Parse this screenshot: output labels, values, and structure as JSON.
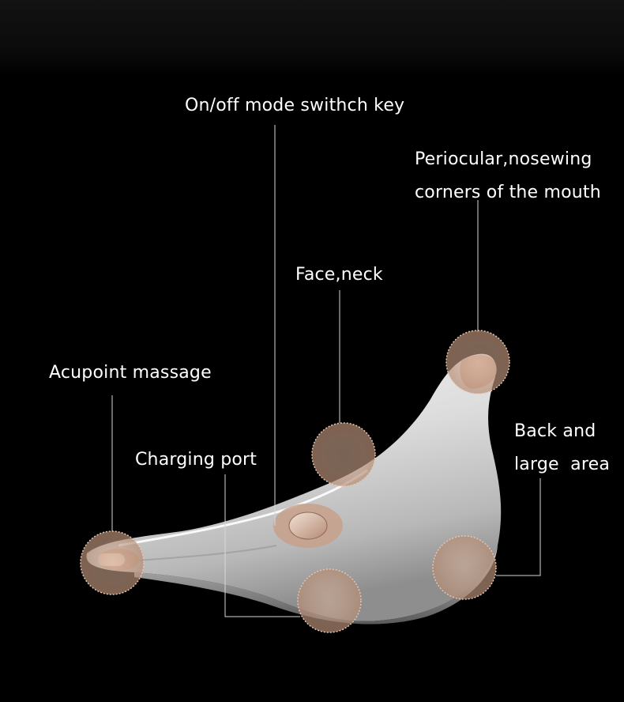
{
  "labels": {
    "on_off_key": "On/off mode swithch key",
    "periocular_line1": "Periocular,nosewing",
    "periocular_line2": "corners of the mouth",
    "face_neck": "Face,neck",
    "acupoint": "Acupoint massage",
    "charging_port": "Charging port",
    "back_line1": "Back and",
    "back_line2": "large  area"
  },
  "colors": {
    "background": "#000000",
    "device_silver": "#d9d9d9",
    "highlight_circle": "#c9a48f",
    "leader_line": "#d8d8d8",
    "label_text": "#ffffff"
  }
}
